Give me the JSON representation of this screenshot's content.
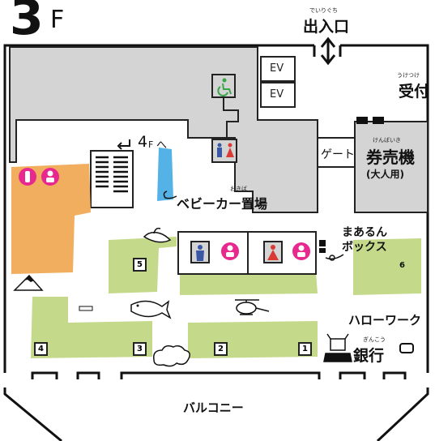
{
  "floor": {
    "number": "3",
    "suffix": "F"
  },
  "entrance": {
    "label": "出入口",
    "ruby": "でいりぐち"
  },
  "reception": {
    "label": "受付",
    "ruby": "うけつけ"
  },
  "elevators": [
    "EV",
    "EV"
  ],
  "gate": {
    "label": "ゲート"
  },
  "ticket_machine": {
    "label": "券売機",
    "ruby": "けんばいき",
    "sub": "(大人用)"
  },
  "stairs": {
    "label": "4F へ",
    "num": "4",
    "unit": "F",
    "dir": "へ"
  },
  "stroller": {
    "label_pre": "ベビーカー",
    "label_kanji": "置場",
    "ruby": "おきば"
  },
  "nursing_box": {
    "line1": "まあるん",
    "line2": "ボックス"
  },
  "hello_work": {
    "label": "ハローワーク"
  },
  "bank": {
    "label": "銀行",
    "ruby": "ぎんこう"
  },
  "balcony": {
    "label": "バルコニー"
  },
  "zones": [
    "1",
    "2",
    "3",
    "4",
    "5",
    "6"
  ],
  "colors": {
    "grey_block": "#d4d4d4",
    "green_zone": "#c5d98a",
    "orange_area": "#f0ae5e",
    "water_blue": "#55b2e6",
    "pink_icon": "#e8288e",
    "restroom_male": "#3a57a6",
    "restroom_female": "#d93b34",
    "accessible_green": "#3aa64a"
  },
  "icons": [
    "escalator-icon",
    "accessible-toilet-icon",
    "restroom-icon",
    "baby-icon",
    "nursing-room-icon",
    "male-restroom-icon",
    "female-restroom-icon",
    "bird-icon",
    "mount-fuji-icon",
    "fish-icon",
    "helicopter-icon",
    "cloud-icon",
    "robot-mascot-icon",
    "speaker-icon",
    "arrow-up-down-icon"
  ]
}
